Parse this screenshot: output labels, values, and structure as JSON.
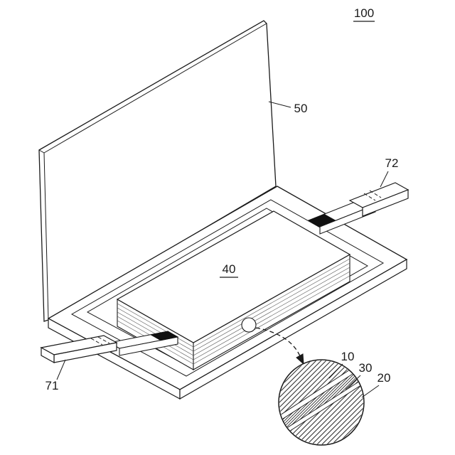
{
  "figure": {
    "labels": {
      "assembly": "100",
      "panel": "50",
      "tab_right": "72",
      "cell_block": "40",
      "tab_left": "71",
      "layer_top": "10",
      "layer_middle": "30",
      "layer_bottom": "20"
    },
    "colors": {
      "line": "#1a1a1a",
      "background": "#ffffff",
      "weld_mark": "#111111",
      "hatch": "#2a2a2a"
    }
  }
}
